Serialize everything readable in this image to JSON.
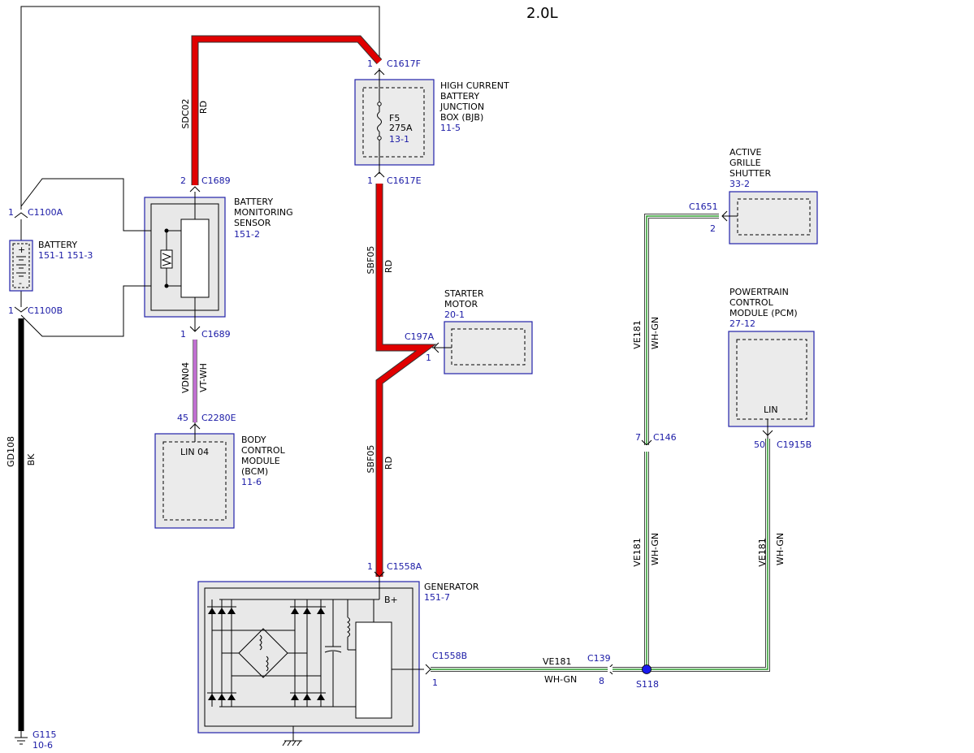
{
  "title": "2.0L",
  "components": {
    "bjb": {
      "lines": [
        "HIGH CURRENT",
        "BATTERY",
        "JUNCTION",
        "BOX (BJB)"
      ],
      "ref": "11-5",
      "fuse_name": "F5",
      "fuse_rating": "275A",
      "fuse_ref": "13-1"
    },
    "bms": {
      "lines": [
        "BATTERY",
        "MONITORING",
        "SENSOR"
      ],
      "ref": "151-2"
    },
    "battery": {
      "name": "BATTERY",
      "refs": "151-1  151-3",
      "plus": "+",
      "minus": "-"
    },
    "bcm": {
      "lines": [
        "BODY",
        "CONTROL",
        "MODULE",
        "(BCM)"
      ],
      "ref": "11-6",
      "inner": "LIN 04"
    },
    "starter": {
      "lines": [
        "STARTER",
        "MOTOR"
      ],
      "ref": "20-1"
    },
    "grille": {
      "lines": [
        "ACTIVE",
        "GRILLE",
        "SHUTTER"
      ],
      "ref": "33-2"
    },
    "pcm": {
      "lines": [
        "POWERTRAIN",
        "CONTROL",
        "MODULE (PCM)"
      ],
      "ref": "27-12",
      "inner": "LIN"
    },
    "generator": {
      "name": "GENERATOR",
      "ref": "151-7",
      "terminal": "B+"
    },
    "ground": {
      "name": "G115",
      "ref": "10-6"
    },
    "splice": {
      "name": "S118"
    }
  },
  "connectors": {
    "c1617f": {
      "pin": "1",
      "name": "C1617F"
    },
    "c1617e": {
      "pin": "1",
      "name": "C1617E"
    },
    "c1689_top": {
      "pin": "2",
      "name": "C1689"
    },
    "c1689_bot": {
      "pin": "1",
      "name": "C1689"
    },
    "c1100a": {
      "pin": "1",
      "name": "C1100A"
    },
    "c1100b": {
      "pin": "1",
      "name": "C1100B"
    },
    "c2280e": {
      "pin": "45",
      "name": "C2280E"
    },
    "c197a": {
      "pin": "1",
      "name": "C197A"
    },
    "c1651": {
      "pin": "2",
      "name": "C1651"
    },
    "c146": {
      "pin": "7",
      "name": "C146"
    },
    "c1915b": {
      "pin": "50",
      "name": "C1915B"
    },
    "c1558a": {
      "pin": "1",
      "name": "C1558A"
    },
    "c1558b": {
      "pin": "1",
      "name": "C1558B"
    },
    "c139": {
      "pin": "8",
      "name": "C139"
    }
  },
  "wires": {
    "sdc02": {
      "circuit": "SDC02",
      "color": "RD"
    },
    "sbf05_a": {
      "circuit": "SBF05",
      "color": "RD"
    },
    "sbf05_b": {
      "circuit": "SBF05",
      "color": "RD"
    },
    "vdn04": {
      "circuit": "VDN04",
      "color": "VT-WH"
    },
    "gd108": {
      "circuit": "GD108",
      "color": "BK"
    },
    "ve181_grille": {
      "circuit": "VE181",
      "color": "WH-GN"
    },
    "ve181_mid": {
      "circuit": "VE181",
      "color": "WH-GN"
    },
    "ve181_pcm": {
      "circuit": "VE181",
      "color": "WH-GN"
    },
    "ve181_gen": {
      "circuit": "VE181",
      "color": "WH-GN"
    }
  },
  "colors": {
    "red_wire": "#e00000",
    "black_wire": "#000000",
    "violet_wire": "#c070d0",
    "green_wire": "#2a9a2a",
    "ref_text": "#1a1aa6",
    "box_border": "#2222aa"
  }
}
